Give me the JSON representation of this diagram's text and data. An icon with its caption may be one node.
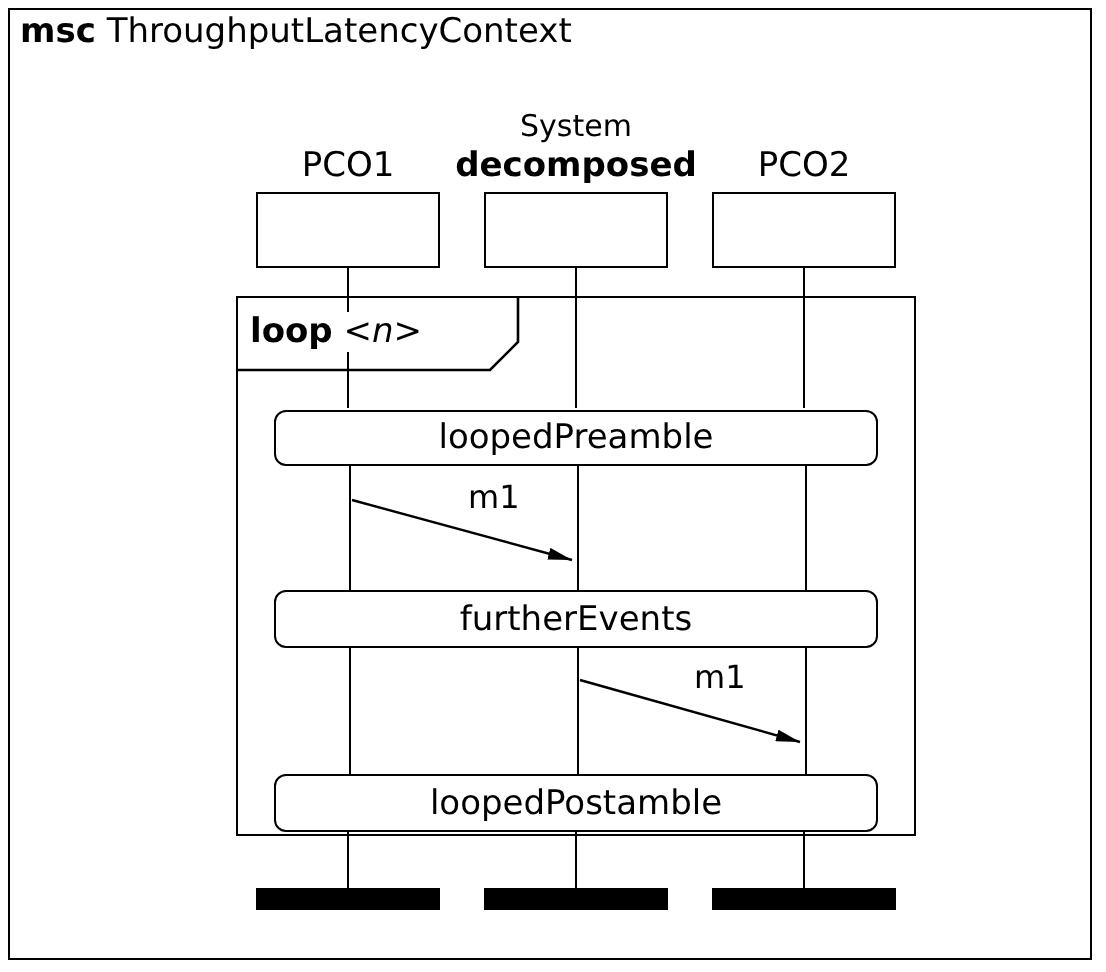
{
  "diagram": {
    "title": "**msc** ThroughputLatencyContext",
    "nodes": [
      {
        "text": [
          "PCO1"
        ]
      },
      {
        "text": [
          "System",
          "decomposed"
        ]
      },
      {
        "text": [
          "PCO2"
        ]
      },
      {
        "text": [
          "**loop** <*n*>"
        ]
      },
      {
        "text": [
          "loopedPreamble"
        ],
        "in": 3
      },
      {
        "text": [
          "furtherEvents"
        ],
        "in": 3
      },
      {
        "text": [
          "loopedPostamble"
        ],
        "in": 3
      },
      {
        "text": [],
        "shape": "bar"
      },
      {
        "text": [],
        "shape": "bar"
      },
      {
        "text": [],
        "shape": "bar"
      },
      {
        "text": [],
        "shape": "line"
      },
      {
        "text": [],
        "shape": "line"
      },
      {
        "text": [],
        "shape": "line"
      },
      {
        "text": [],
        "shape": "line",
        "in": 3
      },
      {
        "text": [],
        "shape": "line",
        "in": 3
      },
      {
        "text": [],
        "shape": "line",
        "in": 3
      },
      {
        "text": [],
        "shape": "line",
        "in": 3
      },
      {
        "text": [],
        "shape": "line",
        "in": 3
      },
      {
        "text": [],
        "shape": "line",
        "in": 3
      },
      {
        "text": [],
        "shape": "line"
      },
      {
        "text": [],
        "shape": "line"
      },
      {
        "text": [],
        "shape": "line"
      }
    ],
    "edges": [
      {
        "from": 13,
        "to": 14,
        "arrow": "to",
        "label": "m1"
      },
      {
        "from": 17,
        "to": 18,
        "arrow": "to",
        "label": "m1"
      }
    ]
  }
}
